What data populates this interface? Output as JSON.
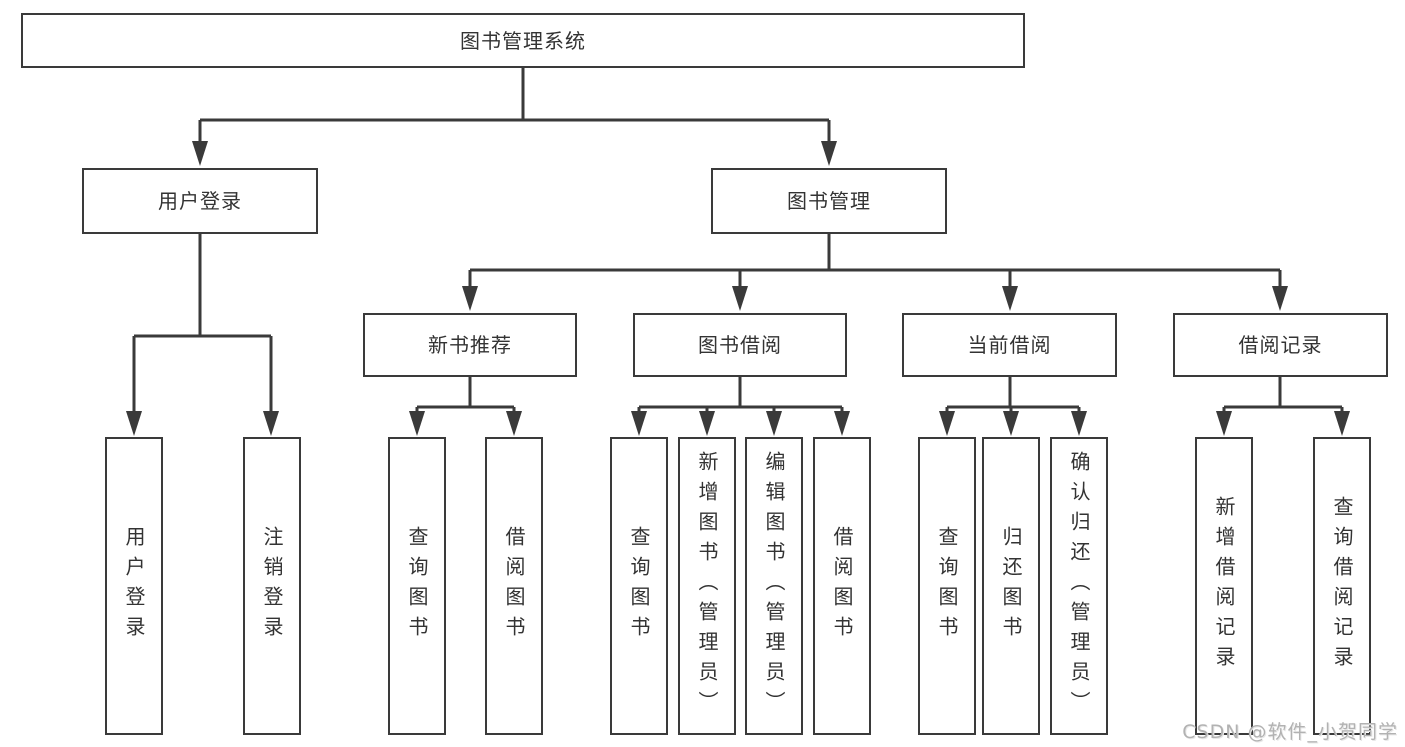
{
  "diagram_title": "图书管理系统",
  "nodes": {
    "root": "图书管理系统",
    "user_login": "用户登录",
    "book_mgmt": "图书管理",
    "new_book_rec": "新书推荐",
    "book_borrow": "图书借阅",
    "current_borrow": "当前借阅",
    "borrow_record": "借阅记录",
    "leaf_user_login": "用户登录",
    "leaf_logout": "注销登录",
    "leaf_query_book_rec": "查询图书",
    "leaf_borrow_book_rec": "借阅图书",
    "leaf_query_book_borrow": "查询图书",
    "leaf_add_book_admin": "新增图书（管理员）",
    "leaf_edit_book_admin": "编辑图书（管理员）",
    "leaf_borrow_book": "借阅图书",
    "leaf_query_book_current": "查询图书",
    "leaf_return_book": "归还图书",
    "leaf_confirm_return_admin": "确认归还（管理员）",
    "leaf_add_borrow_record": "新增借阅记录",
    "leaf_query_borrow_record": "查询借阅记录"
  },
  "watermark": "CSDN @软件_小贺同学",
  "colors": {
    "line": "#3a3a3a",
    "text": "#333333",
    "watermark": "#b2b2b2",
    "background": "#ffffff"
  }
}
